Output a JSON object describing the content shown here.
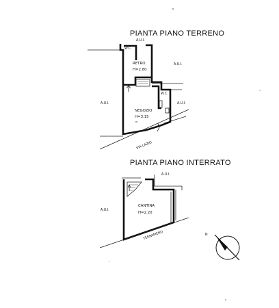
{
  "ground_floor": {
    "title": "PIANTA PIANO TERRENO",
    "labels": {
      "au_top": "A.U.I.",
      "au_right": "A.U.I.",
      "au_right2": "A.U.I.",
      "au_left": "A.U.I.",
      "wc_top": "W.C.",
      "wc_right": "W.C.",
      "retro": "RETRO",
      "retro_h": "H=2.80",
      "negozio": "NEGOZIO",
      "negozio_h": "H=3.15",
      "street": "VIA LAZIO"
    }
  },
  "basement": {
    "title": "PIANTA PIANO INTERRATO",
    "labels": {
      "au_top": "A.U.I.",
      "au_left": "A.U.I.",
      "cantina": "CANTINA",
      "cantina_h": "H=2.20",
      "terrapieno": "TERRAPIENO"
    }
  },
  "north_arrow": {
    "label": "N"
  }
}
